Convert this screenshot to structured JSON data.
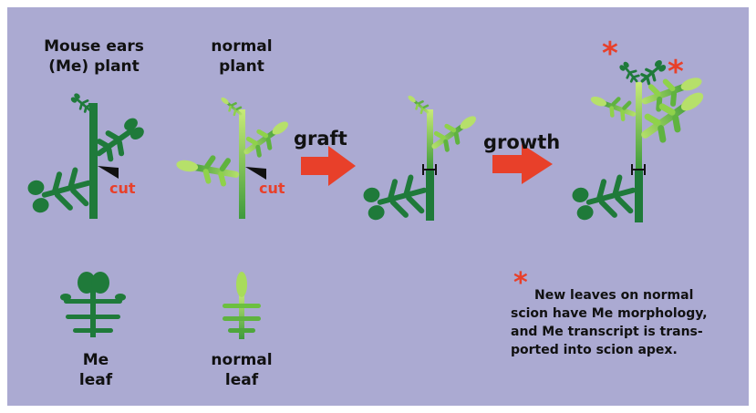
{
  "labels": {
    "me_plant_line1": "Mouse ears",
    "me_plant_line2": "(Me) plant",
    "normal_plant_line1": "normal",
    "normal_plant_line2": "plant",
    "cut_me": "cut",
    "cut_normal": "cut",
    "graft": "graft",
    "growth": "growth",
    "me_leaf_line1": "Me",
    "me_leaf_line2": "leaf",
    "normal_leaf_line1": "normal",
    "normal_leaf_line2": "leaf"
  },
  "note": {
    "star": "*",
    "line1": "New leaves on normal",
    "line2": "scion have Me morphology,",
    "line3": "and Me transcript is trans-",
    "line4": "ported into scion apex."
  },
  "stars": {
    "star_a": "*",
    "star_b": "*",
    "star_c": "*"
  },
  "colors": {
    "background": "#abaad2",
    "dark_green": "#1f7a3a",
    "light_green": "#7fcf3a",
    "arrow_red": "#e8402a"
  }
}
